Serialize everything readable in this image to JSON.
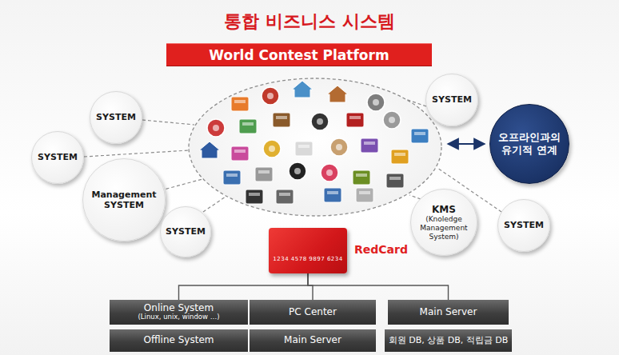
{
  "diagram": {
    "title": "통합 비즈니스 시스템",
    "nodes": [
      {
        "text": [
          "World Contest Platform"
        ]
      },
      {
        "text": [
          "SYSTEM"
        ]
      },
      {
        "text": [
          "SYSTEM"
        ]
      },
      {
        "text": [
          "SYSTEM"
        ]
      },
      {
        "text": [
          "오프라인과의 유기적 연계"
        ]
      },
      {
        "text": [
          "Management SYSTEM"
        ]
      },
      {
        "text": [
          "KMS",
          "(Knoledge Management System)"
        ]
      },
      {
        "text": [
          "SYSTEM"
        ]
      },
      {
        "text": [
          "SYSTEM"
        ]
      },
      {
        "text": [
          "1234 4578 9897 6234"
        ]
      },
      {
        "text": [
          "Online System",
          "(Linux, unix, window …)"
        ]
      },
      {
        "text": [
          "PC Center"
        ]
      },
      {
        "text": [
          "Main Server"
        ]
      },
      {
        "text": [
          "Offline System"
        ]
      },
      {
        "text": [
          "Main Server"
        ]
      },
      {
        "text": [
          "회원 DB, 상품 DB, 적립금 DB"
        ]
      }
    ],
    "edges": [
      {
        "from": 9,
        "to": 10,
        "arrow": "none"
      },
      {
        "from": 9,
        "to": 11,
        "arrow": "none"
      },
      {
        "from": 9,
        "to": 12,
        "arrow": "none"
      }
    ],
    "labels": [
      "RedCard"
    ]
  }
}
